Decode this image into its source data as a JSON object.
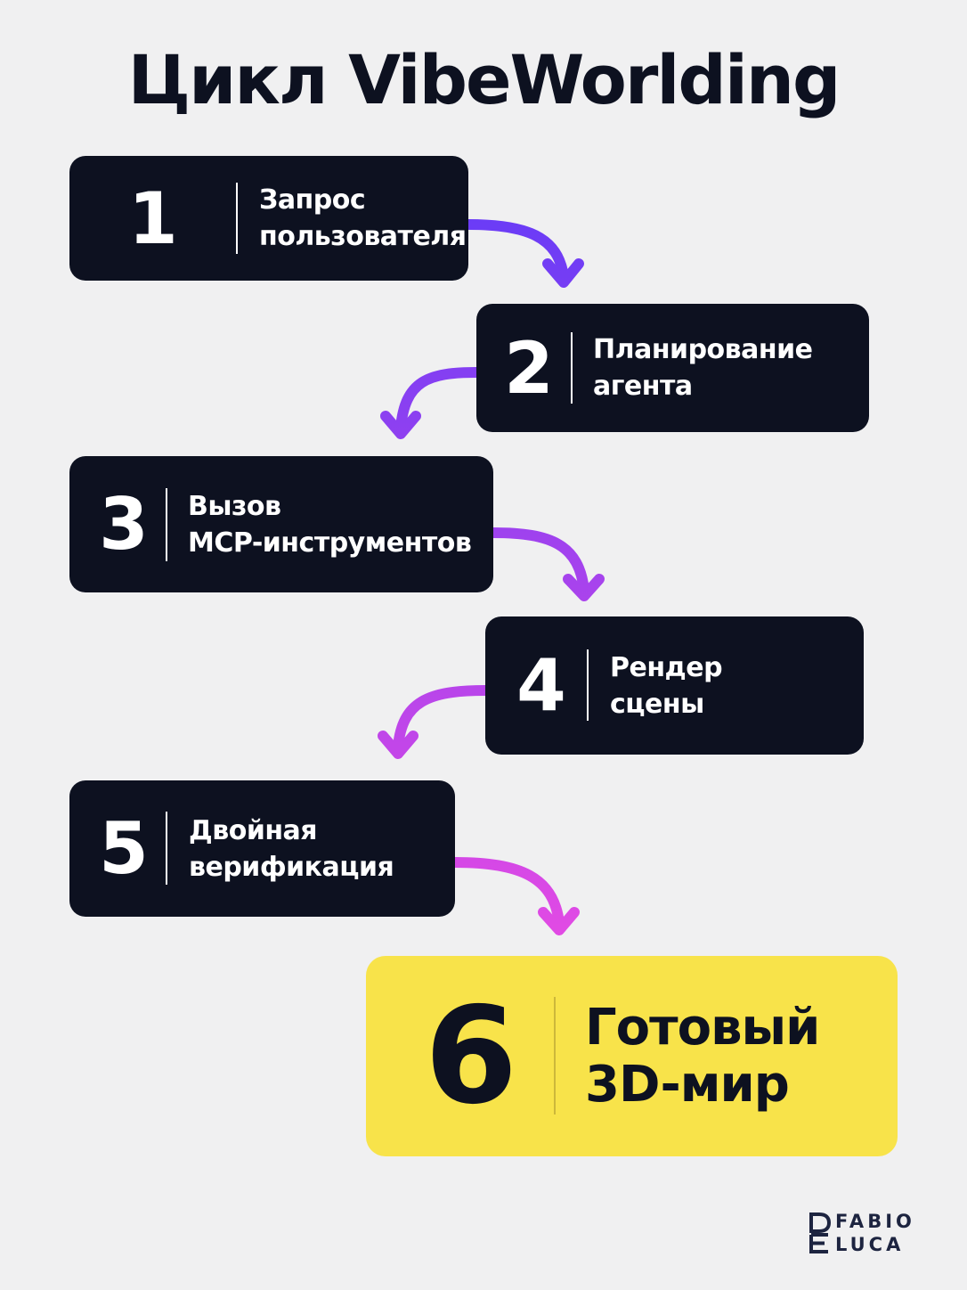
{
  "title": "Цикл VibeWorlding",
  "steps": [
    {
      "number": "1",
      "line1": "Запрос",
      "line2": "пользователя"
    },
    {
      "number": "2",
      "line1": "Планирование",
      "line2": "агента"
    },
    {
      "number": "3",
      "line1": "Вызов",
      "line2": "MCP-инструментов"
    },
    {
      "number": "4",
      "line1": "Рендер",
      "line2": "сцены"
    },
    {
      "number": "5",
      "line1": "Двойная",
      "line2": "верификация"
    },
    {
      "number": "6",
      "line1": "Готовый",
      "line2": "3D-мир"
    }
  ],
  "logo": {
    "line1": "FABIO",
    "line2": "LUCA"
  },
  "colors": {
    "background": "#f0f0f1",
    "box": "#0d1120",
    "final_box": "#f8e34a",
    "arrow_start": "#6a3cf6",
    "arrow_end": "#e24ae4"
  }
}
